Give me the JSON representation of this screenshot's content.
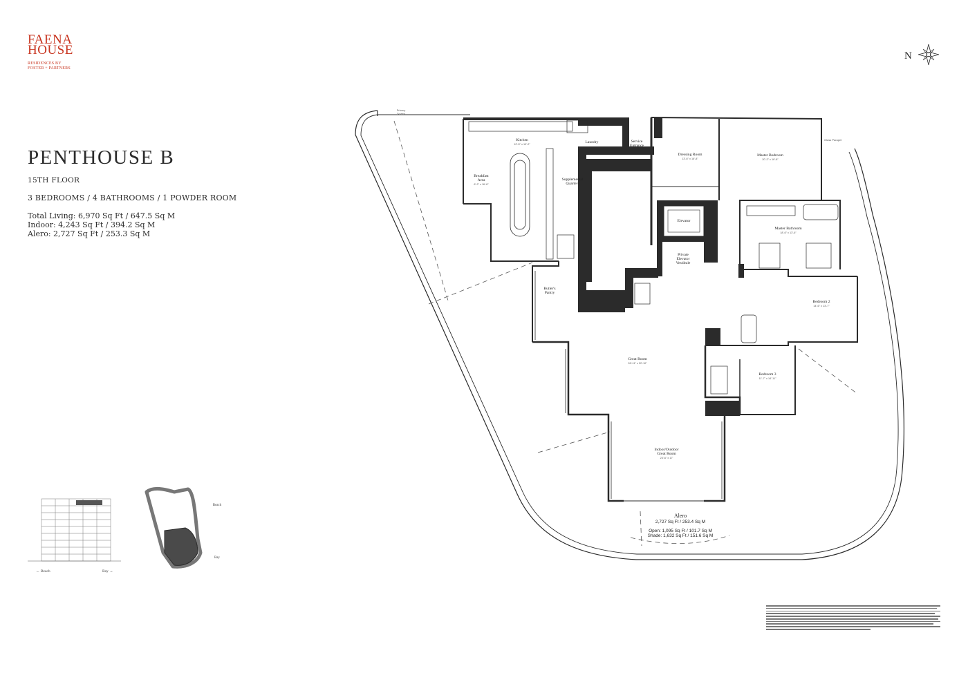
{
  "brand": {
    "name_line1": "FAENA",
    "name_line2": "HOUSE",
    "sub_line1": "RESIDENCES BY",
    "sub_line2": "FOSTER + PARTNERS",
    "color": "#c8341f"
  },
  "unit": {
    "title": "PENTHOUSE B",
    "floor": "15TH FLOOR",
    "summary": "3 BEDROOMS / 4 BATHROOMS / 1 POWDER ROOM",
    "total": "Total Living: 6,970 Sq Ft / 647.5 Sq M",
    "indoor": "Indoor: 4,243 Sq Ft / 394.2 Sq M",
    "alero": "Alero: 2,727 Sq Ft / 253.3 Sq M"
  },
  "compass": {
    "letter": "N",
    "icon": "compass-rose-icon"
  },
  "rooms": {
    "kitchen": {
      "name": "Kitchen",
      "dims": "12'-5\" x 19'-2\""
    },
    "laundry": {
      "name": "Laundry"
    },
    "service": {
      "name1": "Service",
      "name2": "Entrance"
    },
    "breakfast": {
      "name1": "Breakfast",
      "name2": "Area",
      "dims": "6'-2\" x 16'-8\""
    },
    "supplemental": {
      "name1": "Supplemental",
      "name2": "Quarters"
    },
    "dressing": {
      "name": "Dressing Room",
      "dims": "13'-6\" x 16'-8\""
    },
    "master_bedroom": {
      "name": "Master Bedroom",
      "dims": "20'-2\" x 16'-8\""
    },
    "master_bath": {
      "name": "Master Bathroom",
      "dims": "18'-6\" x 13'-6\""
    },
    "elevator": {
      "name": "Elevator"
    },
    "vestibule": {
      "name1": "Private",
      "name2": "Elevator",
      "name3": "Vestibule"
    },
    "butlers": {
      "name1": "Butler's",
      "name2": "Pantry"
    },
    "bedroom2": {
      "name": "Bedroom 2",
      "dims": "14'-6\" x 13'-7\""
    },
    "great_room": {
      "name": "Great Room",
      "dims": "26'-11\" x 22'-10\""
    },
    "bedroom3": {
      "name": "Bedroom 3",
      "dims": "11'-7\" x 14'-11\""
    },
    "indoor_outdoor": {
      "name1": "Indoor/Outdoor",
      "name2": "Great Room",
      "dims": "23'-6\" x 17'"
    },
    "privacy_screen": {
      "name1": "Privacy",
      "name2": "Screen"
    },
    "glass_parapet": {
      "name": "Glass Parapet"
    }
  },
  "alero_label": {
    "title": "Alero",
    "total": "2,727 Sq Ft / 253.4 Sq M",
    "open": "Open: 1,095 Sq Ft / 101.7 Sq M",
    "shade": "Shade: 1,632 Sq Ft / 151.6 Sq M"
  },
  "keyplan": {
    "beach": "Beach",
    "bay": "Bay"
  },
  "elevation": {
    "beach": "← Beach",
    "bay": "Bay →"
  },
  "colors": {
    "wall": "#2b2b2b",
    "highlight": "#4a4a4a",
    "accent": "#c8341f"
  }
}
